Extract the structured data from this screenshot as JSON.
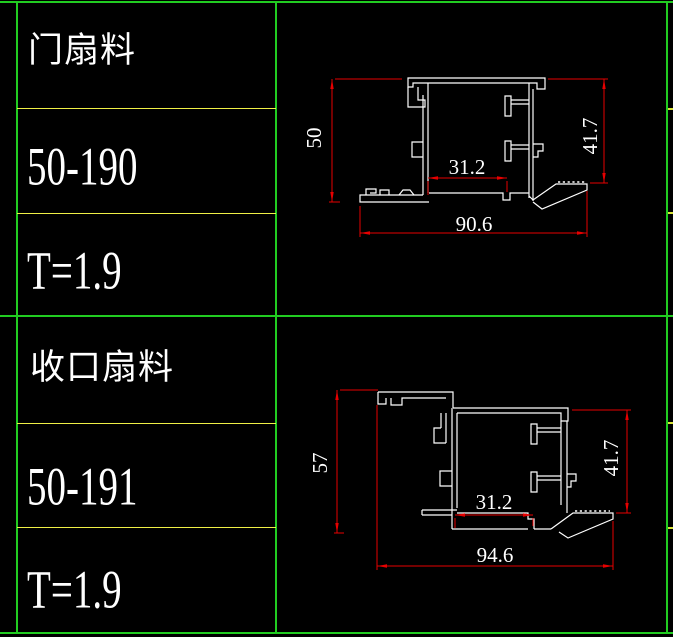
{
  "window": {
    "description": "CAD drawing sheet: aluminium door profile table",
    "background": "#000000"
  },
  "colors": {
    "table_border_green": "#21cc21",
    "row_separator_yellow": "#f0f046",
    "dimension_red": "#e60000",
    "geometry_white": "#ffffff"
  },
  "table": {
    "sections": [
      {
        "name": "门扇料",
        "code": "50-190",
        "thickness": "T=1.9"
      },
      {
        "name": "收口扇料",
        "code": "50-191",
        "thickness": "T=1.9"
      }
    ]
  },
  "drawings": [
    {
      "dims": {
        "overall_height": "50",
        "side_height": "41.7",
        "inner_width": "31.2",
        "overall_width": "90.6"
      }
    },
    {
      "dims": {
        "overall_height": "57",
        "side_height": "41.7",
        "inner_width": "31.2",
        "overall_width": "94.6"
      }
    }
  ]
}
